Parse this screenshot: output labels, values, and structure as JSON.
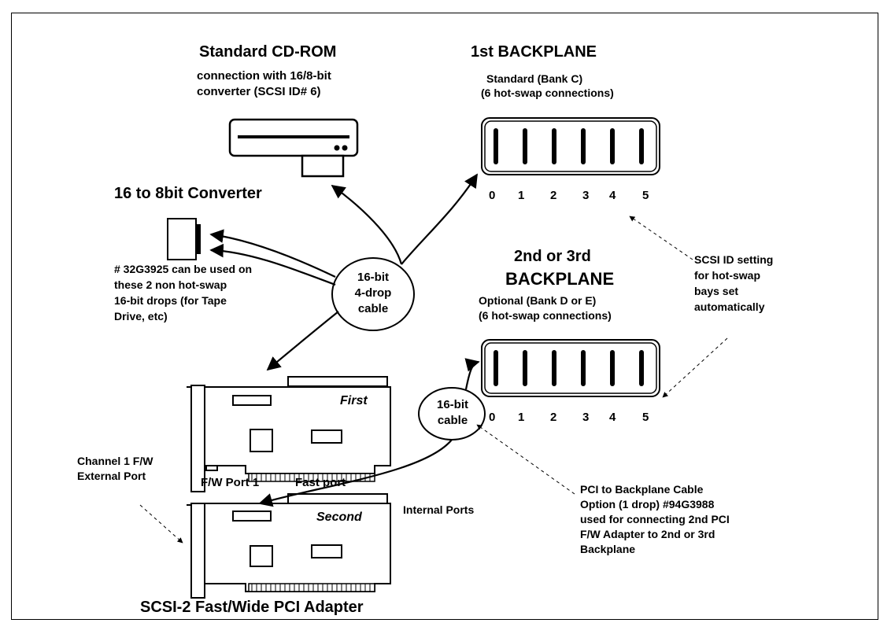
{
  "cdrom": {
    "title": "Standard CD-ROM",
    "desc_lines": [
      "connection with 16/8-bit",
      "converter (SCSI ID# 6)"
    ]
  },
  "backplane1": {
    "title": "1st BACKPLANE",
    "desc_lines": [
      "Standard (Bank C)",
      "(6 hot-swap connections)"
    ],
    "slot_ids": [
      "0",
      "1",
      "2",
      "3",
      "4",
      "5"
    ]
  },
  "backplane2": {
    "title_line1": "2nd or 3rd",
    "title_line2": "BACKPLANE",
    "desc_lines": [
      "Optional (Bank D or E)",
      "(6 hot-swap connections)"
    ],
    "slot_ids": [
      "0",
      "1",
      "2",
      "3",
      "4",
      "5"
    ]
  },
  "converter": {
    "title": "16 to 8bit Converter",
    "note_lines": [
      "# 32G3925 can be used on",
      "these 2 non hot-swap",
      "16-bit drops (for Tape",
      "Drive, etc)"
    ]
  },
  "cable_4drop": {
    "lines": [
      "16-bit",
      "4-drop",
      "cable"
    ]
  },
  "cable_16bit": {
    "lines": [
      "16-bit",
      "cable"
    ]
  },
  "scsi_id_note": {
    "lines": [
      "SCSI ID setting",
      "for hot-swap",
      "bays set",
      "automatically"
    ]
  },
  "adapter_first": {
    "label": "First"
  },
  "adapter_second": {
    "label": "Second"
  },
  "ports": {
    "fw_port": "F/W Port 1",
    "fast_port": "Fast port",
    "internal": "Internal Ports",
    "external_lines": [
      "Channel 1 F/W",
      "External Port"
    ]
  },
  "pci_cable_note": {
    "lines": [
      "PCI to Backplane Cable",
      "Option (1 drop) #94G3988",
      "used for connecting 2nd PCI",
      "F/W Adapter to 2nd or 3rd",
      "Backplane"
    ]
  },
  "adapter_title": "SCSI-2 Fast/Wide PCI Adapter"
}
